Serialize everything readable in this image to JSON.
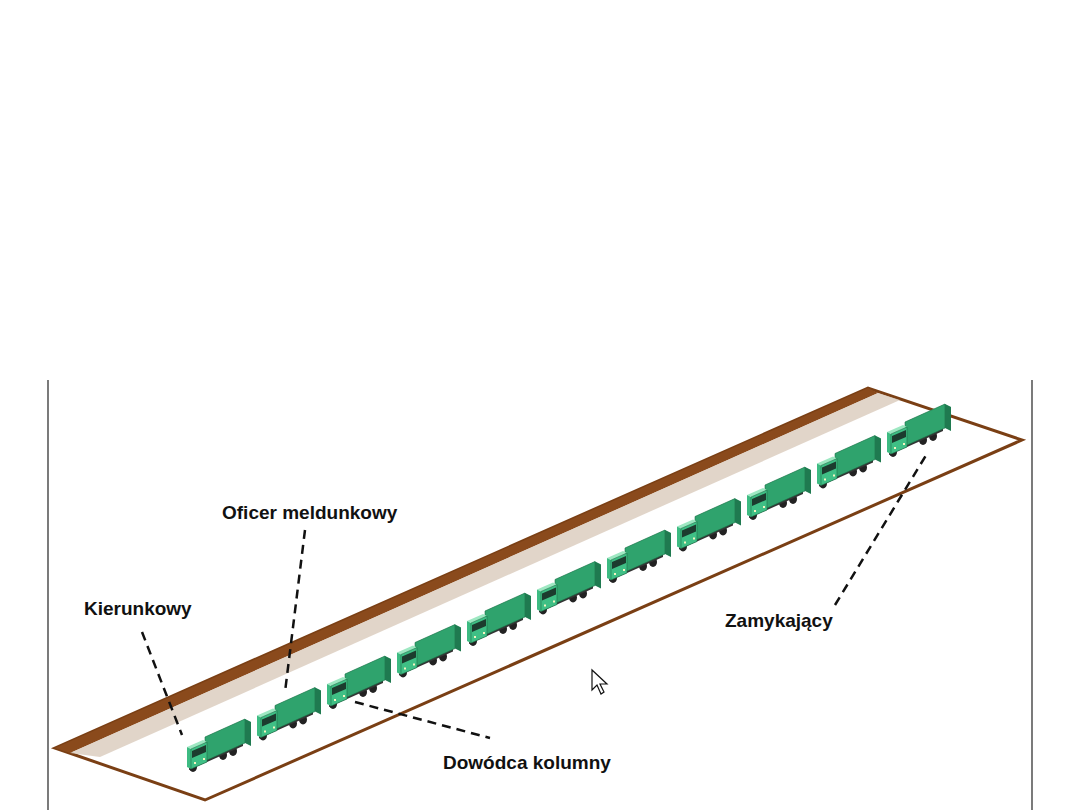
{
  "diagram": {
    "labels": [
      "Oficer meldunkowy",
      "Kierunkowy",
      "Zamykający",
      "Dowódca kolumny"
    ]
  }
}
